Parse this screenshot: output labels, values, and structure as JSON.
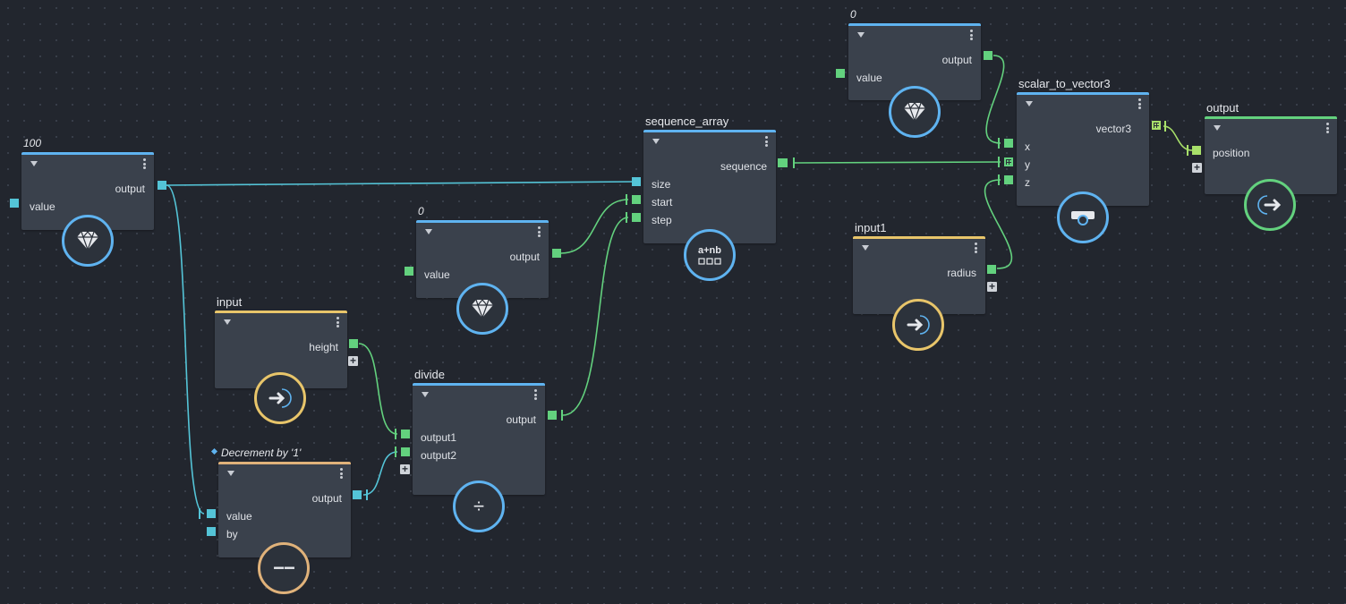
{
  "nodes": {
    "value_a": {
      "title": "100",
      "output_label": "output",
      "input_label": "value",
      "icon": "gem-icon"
    },
    "value_b": {
      "title": "0",
      "output_label": "output",
      "input_label": "value",
      "icon": "gem-icon"
    },
    "value_c": {
      "title": "0",
      "output_label": "output",
      "input_label": "value",
      "icon": "gem-icon"
    },
    "input": {
      "title": "input",
      "output_label": "height",
      "icon": "input-arrow-icon"
    },
    "decrement": {
      "title": "Decrement by '1'",
      "output_label": "output",
      "input1_label": "value",
      "input2_label": "by",
      "icon": "decrement-icon",
      "badge_text": "−−"
    },
    "divide": {
      "title": "divide",
      "output_label": "output",
      "input1_label": "output1",
      "input2_label": "output2",
      "icon": "divide-icon",
      "badge_text": "÷"
    },
    "sequence_array": {
      "title": "sequence_array",
      "output_label": "sequence",
      "input1_label": "size",
      "input2_label": "start",
      "input3_label": "step",
      "icon": "sequence-icon",
      "badge_text": "a+nb"
    },
    "input1": {
      "title": "input1",
      "output_label": "radius",
      "icon": "input-arrow-icon"
    },
    "scalar_to_vector3": {
      "title": "scalar_to_vector3",
      "output_label": "vector3",
      "input1_label": "x",
      "input2_label": "y",
      "input3_label": "z",
      "icon": "vector-icon"
    },
    "output": {
      "title": "output",
      "input_label": "position",
      "icon": "output-arrow-icon"
    }
  },
  "colors": {
    "background": "#22262e",
    "node_body": "#3a414c",
    "blue_accent": "#5fb3f0",
    "yellow_accent": "#e8c56a",
    "orange_accent": "#e0b27a",
    "green_accent": "#63d17e",
    "teal_wire": "#54c4d7",
    "green_wire": "#63d17e",
    "lime_wire": "#a8e06a"
  }
}
